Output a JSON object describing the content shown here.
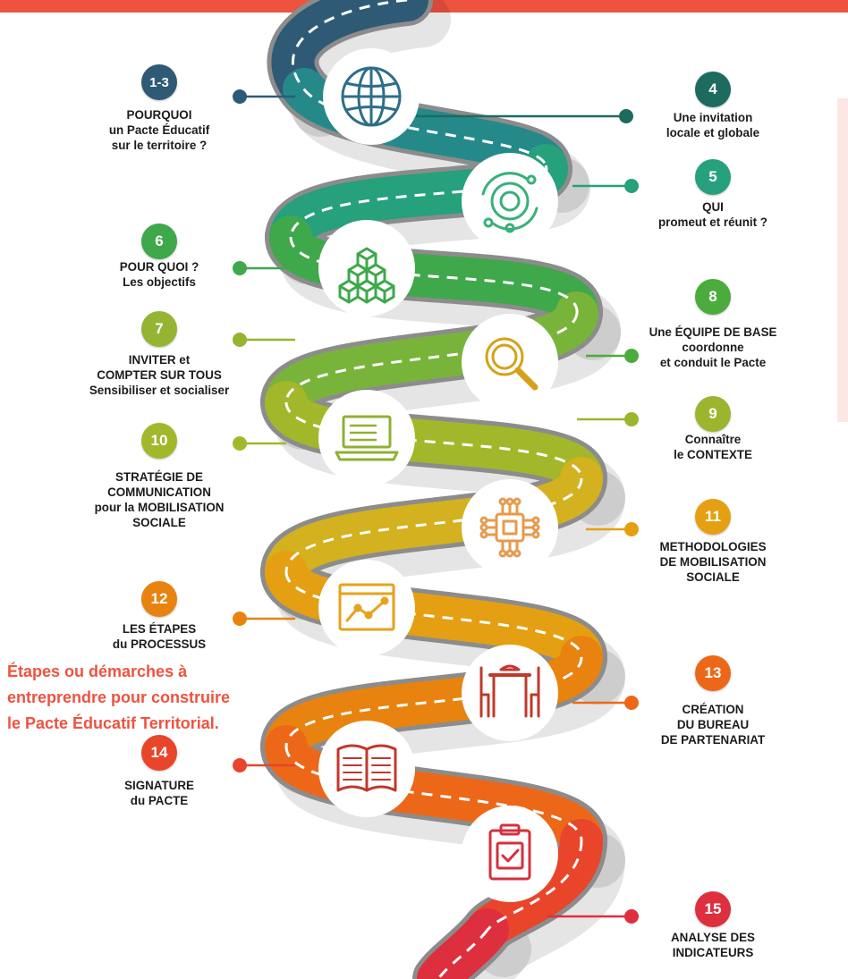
{
  "caption": "Étapes ou démarches à\nentreprendre pour construire\nle Pacte Éducatif Territorial.",
  "colors": {
    "accent": "#ee5340",
    "road_edge": "#8c8c8c",
    "lane_marking": "#ffffff",
    "side_panel": "#fce7e4"
  },
  "road_segments": [
    {
      "color": "#2e5a76"
    },
    {
      "color": "#25898a"
    },
    {
      "color": "#27a07c"
    },
    {
      "color": "#3ea84b"
    },
    {
      "color": "#79b43a"
    },
    {
      "color": "#a3b72b"
    },
    {
      "color": "#d3b11f"
    },
    {
      "color": "#e4a012"
    },
    {
      "color": "#e8830f"
    },
    {
      "color": "#ed6718"
    },
    {
      "color": "#e8452a"
    },
    {
      "color": "#de2f3e"
    },
    {
      "color": "#7b3a7c"
    }
  ],
  "icons": [
    {
      "name": "globe-icon",
      "color": "#2d6e88"
    },
    {
      "name": "orbit-icon",
      "color": "#3ab07a"
    },
    {
      "name": "cubes-icon",
      "color": "#3ea84b"
    },
    {
      "name": "magnifier-icon",
      "color": "#d4a21a"
    },
    {
      "name": "laptop-icon",
      "color": "#8fb033"
    },
    {
      "name": "chip-icon",
      "color": "#e69a4e"
    },
    {
      "name": "chart-window-icon",
      "color": "#e6a21a"
    },
    {
      "name": "table-chairs-icon",
      "color": "#c0392b"
    },
    {
      "name": "book-icon",
      "color": "#c0392b"
    },
    {
      "name": "clipboard-check-icon",
      "color": "#d62f3c"
    }
  ],
  "steps": [
    {
      "number": "1-3",
      "title": "POURQUOI\nun Pacte Éducatif\nsur le territoire ?",
      "color": "#2e5a76"
    },
    {
      "number": "4",
      "title": "Une invitation\nlocale et globale",
      "color": "#1d6b5e"
    },
    {
      "number": "5",
      "title": "QUI\npromeut et réunit ?",
      "color": "#27a07c"
    },
    {
      "number": "6",
      "title": "POUR QUOI ?\nLes objectifs",
      "color": "#3ea84b"
    },
    {
      "number": "7",
      "title": "INVITER et\nCOMPTER SUR TOUS\nSensibiliser et socialiser",
      "color": "#95b432"
    },
    {
      "number": "8",
      "title": "Une ÉQUIPE DE BASE\ncoordonne\net conduit le Pacte",
      "color": "#4cab3d"
    },
    {
      "number": "9",
      "title": "Connaître\nle CONTEXTE",
      "color": "#9bb52e"
    },
    {
      "number": "10",
      "title": "STRATÉGIE DE\nCOMMUNICATION\npour la MOBILISATION\nSOCIALE",
      "color": "#a3b72b"
    },
    {
      "number": "11",
      "title": "METHODOLOGIES\nDE MOBILISATION\nSOCIALE",
      "color": "#e4a012"
    },
    {
      "number": "12",
      "title": "LES ÉTAPES\ndu PROCESSUS",
      "color": "#e8830f"
    },
    {
      "number": "13",
      "title": "CRÉATION\nDU BUREAU\nDE PARTENARIAT",
      "color": "#ed6718"
    },
    {
      "number": "14",
      "title": "SIGNATURE\ndu PACTE",
      "color": "#e8452a"
    },
    {
      "number": "15",
      "title": "ANALYSE DES\nINDICATEURS",
      "color": "#de2f3e"
    }
  ]
}
